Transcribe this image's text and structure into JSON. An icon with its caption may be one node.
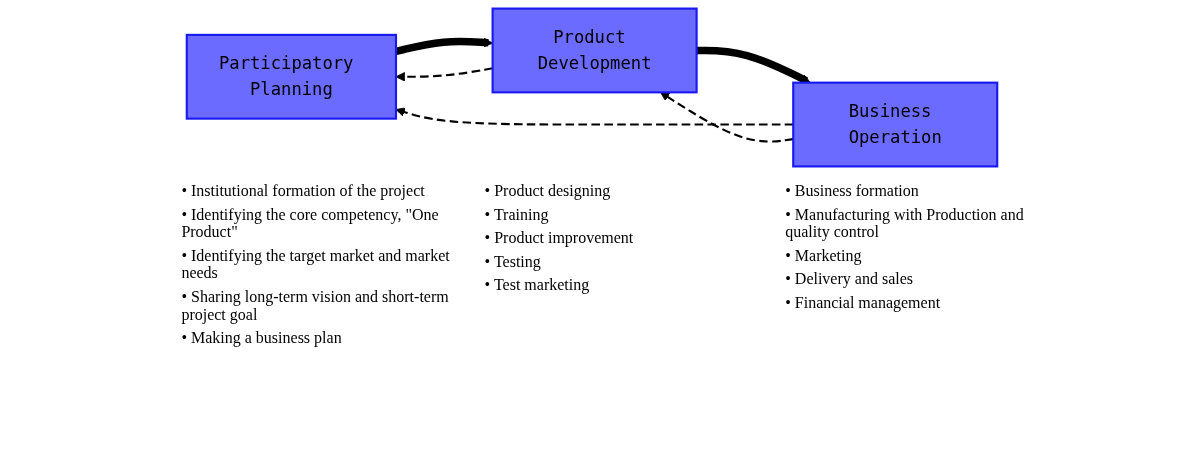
{
  "diagram": {
    "nodes": [
      {
        "text": [
          "Participatory Planning"
        ],
        "beside": [
          "• Institutional formation of the project",
          "• Identifying the core competency, \"One Product\"",
          "• Identifying the target market and market needs",
          "• Sharing long-term vision and short-term project goal",
          "• Making a business plan"
        ]
      },
      {
        "text": [
          "Product Development"
        ],
        "beside": [
          "• Product designing",
          "• Training",
          "• Product improvement",
          "• Testing",
          "• Test marketing"
        ]
      },
      {
        "text": [
          "Business Operation"
        ],
        "beside": [
          "• Business formation",
          "• Manufacturing with Production and quality control",
          "• Marketing",
          "• Delivery and sales",
          "• Financial management"
        ]
      }
    ],
    "edges": [
      {
        "from": 0,
        "to": 1,
        "arrow": "to",
        "style": "thick"
      },
      {
        "from": 1,
        "to": 2,
        "arrow": "to",
        "style": "thick"
      },
      {
        "from": 2,
        "to": 0,
        "arrow": "to",
        "style": "dashed"
      },
      {
        "from": 2,
        "to": 1,
        "arrow": "to",
        "style": "dashed"
      },
      {
        "from": 1,
        "to": 0,
        "arrow": "to",
        "style": "dashed"
      }
    ]
  }
}
